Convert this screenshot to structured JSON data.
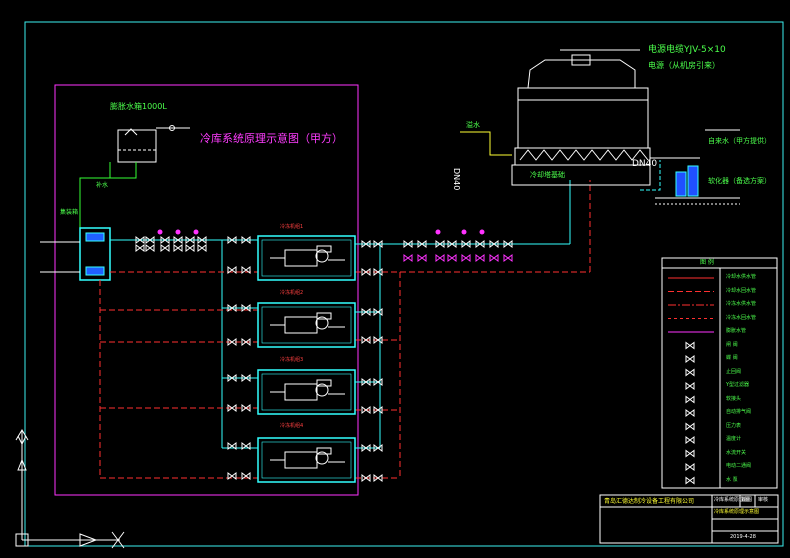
{
  "drawing": {
    "title": "冷库系统原理示意图（甲方）",
    "tank_label": "膨胀水箱1000L",
    "pump_label": "集装箱",
    "makeup_label": "补水",
    "tower_cable": "电源电缆YJV-5×10",
    "tower_cable_sub": "电源（从机房引来）",
    "tower_pipe_label": "冷却塔基础",
    "tower_water_label": "溢水",
    "tower_pipe_left": "DN40",
    "tower_pipe_right": "DN40",
    "tap_water_label": "自来水（甲方提供）",
    "softener_label": "软化器（备选方案）",
    "units": [
      {
        "label": "冷冻机组1"
      },
      {
        "label": "冷冻机组2"
      },
      {
        "label": "冷冻机组3"
      },
      {
        "label": "冷冻机组4"
      }
    ]
  },
  "legend": {
    "title": "图 例",
    "items": [
      "冷却水供水管",
      "冷却水回水管",
      "冷冻水供水管",
      "冷冻水回水管",
      "膨胀水管",
      "闸 阀",
      "蝶 阀",
      "止回阀",
      "Y型过滤器",
      "软接头",
      "自动排气阀",
      "压力表",
      "温度计",
      "水流开关",
      "电动二通阀",
      "水 泵"
    ]
  },
  "title_block": {
    "company": "青岛汇德达制冷设备工程有限公司",
    "project": "冷库系统原理示意图",
    "drawing_name": "冷库系统原理图",
    "drawn": "绘图",
    "checked": "审核",
    "date": "2019-4-28"
  },
  "colors": {
    "frame": "#3cf0f0",
    "magenta": "#ff33ff",
    "supply_green": "#33ff33",
    "return_red": "#ff3030",
    "cyan": "#33ffff",
    "yellow": "#ffff33",
    "white": "#ffffff"
  }
}
